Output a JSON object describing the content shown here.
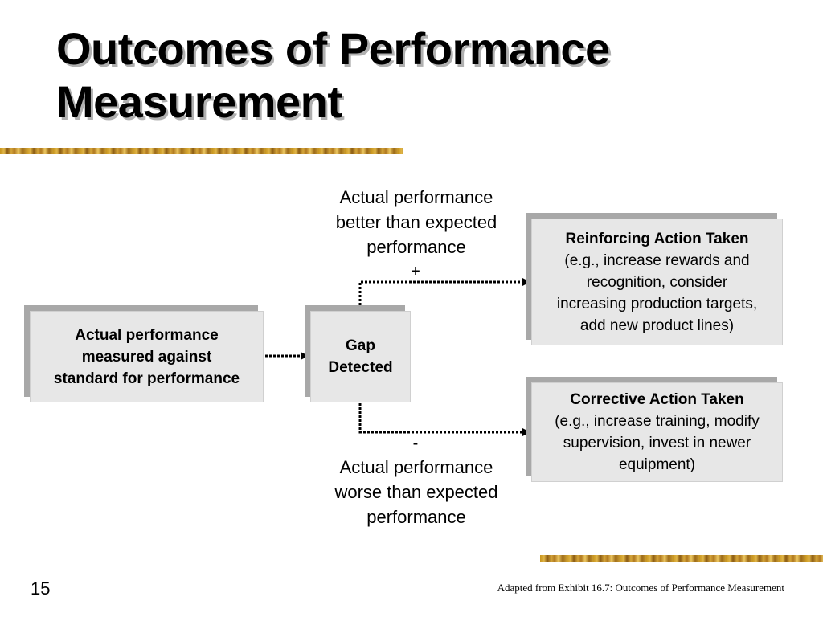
{
  "slide": {
    "title_line1": "Outcomes of Performance",
    "title_line2": "Measurement",
    "page_number": "15",
    "source_note": "Adapted from Exhibit 16.7: Outcomes of Performance Measurement"
  },
  "diagram": {
    "measure_box": {
      "line1": "Actual performance",
      "line2": "measured against",
      "line3": "standard for performance"
    },
    "gap_box": {
      "line1": "Gap",
      "line2": "Detected"
    },
    "better_label": {
      "line1": "Actual performance",
      "line2": "better than expected",
      "line3": "performance"
    },
    "worse_label": {
      "line1": "Actual performance",
      "line2": "worse than expected",
      "line3": "performance"
    },
    "plus_sign": "+",
    "minus_sign": "-",
    "reinforcing_box": {
      "heading": "Reinforcing Action Taken",
      "line1": "(e.g., increase rewards and",
      "line2": "recognition, consider",
      "line3": "increasing production targets,",
      "line4": "add new product lines)"
    },
    "corrective_box": {
      "heading": "Corrective Action Taken",
      "line1": "(e.g., increase training, modify",
      "line2": "supervision, invest in newer",
      "line3": "equipment)"
    }
  }
}
